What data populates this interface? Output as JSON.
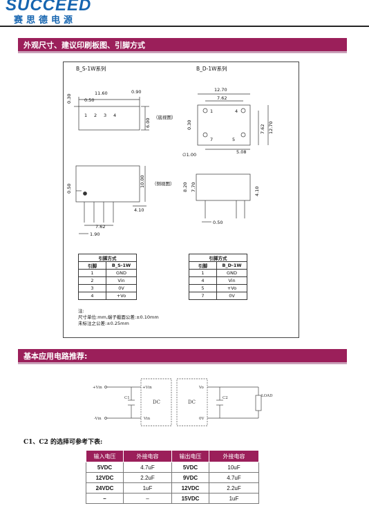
{
  "logo": {
    "brand": "SUCCEED",
    "brand_cn": "赛思德电源"
  },
  "section1": {
    "title": "外观尺寸、建议印刷板图、引脚方式"
  },
  "section2": {
    "title": "基本应用电路推荐:"
  },
  "drawing": {
    "s_series_title": "B_S-1W系列",
    "d_series_title": "B_D-1W系列",
    "bottom_view": "（底视图）",
    "side_view": "（侧视图）",
    "dims": {
      "s_top_width": "11.60",
      "s_pitch": "0.50",
      "s_offset": "0.90",
      "s_side_a": "0.30",
      "s_height": "6.00",
      "d_width": "12.70",
      "d_pitch": "7.62",
      "d_side_a": "0.30",
      "d_h1": "7.62",
      "d_h2": "12.70",
      "d_pin_dia": "∅1.00",
      "d_bottom": "5.08",
      "s_side_b": "0.50",
      "s_body_h": "10.00",
      "s_pin_len": "4.10",
      "s_pitch2": "7.62",
      "s_pitch3": "1.90",
      "d_side_h1": "8.20",
      "d_side_h2": "7.70",
      "d_side_pin": "4.10",
      "d_side_offset": "0.50"
    },
    "s_pins": [
      "1",
      "2",
      "3",
      "4"
    ],
    "d_pins": [
      "1",
      "4",
      "7",
      "5"
    ]
  },
  "pin_table_s": {
    "caption": "引脚方式",
    "headers": [
      "引脚",
      "B_S-1W"
    ],
    "rows": [
      [
        "1",
        "GND"
      ],
      [
        "2",
        "Vin"
      ],
      [
        "3",
        "0V"
      ],
      [
        "4",
        "+Vo"
      ]
    ]
  },
  "pin_table_d": {
    "caption": "引脚方式",
    "headers": [
      "引脚",
      "B_D-1W"
    ],
    "rows": [
      [
        "1",
        "GND"
      ],
      [
        "4",
        "Vin"
      ],
      [
        "5",
        "+Vo"
      ],
      [
        "7",
        "0V"
      ]
    ]
  },
  "notes": {
    "line1": "注:",
    "line2": "尺寸单位:mm,端子截面公差:±0.10mm",
    "line3": "未标注之公差:±0.25mm"
  },
  "circuit": {
    "vin_plus": "+Vin",
    "vin_minus": "-Vin",
    "c1": "C1",
    "c2": "C2",
    "pin_plus_vin": "+Vin",
    "pin_vin": "Vin",
    "pin_vo": "Vo",
    "pin_0v": "0V",
    "dc_left": "DC",
    "dc_right": "DC",
    "load": "LOAD"
  },
  "cap_table": {
    "caption": "C1、C2 的选择可参考下表:",
    "headers": [
      "输入电压",
      "外接电容",
      "输出电压",
      "外接电容"
    ],
    "rows": [
      [
        "5VDC",
        "4.7uF",
        "5VDC",
        "10uF"
      ],
      [
        "12VDC",
        "2.2uF",
        "9VDC",
        "4.7uF"
      ],
      [
        "24VDC",
        "1uF",
        "12VDC",
        "2.2uF"
      ],
      [
        "–",
        "–",
        "15VDC",
        "1uF"
      ]
    ]
  },
  "colors": {
    "accent": "#9b1f5a",
    "brand": "#1665b0"
  }
}
